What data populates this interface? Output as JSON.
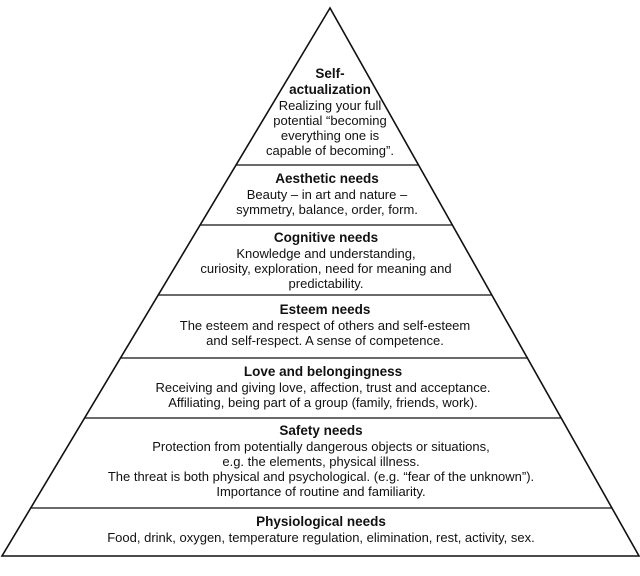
{
  "pyramid": {
    "levels": [
      {
        "title": "Self-\nactualization",
        "description": "Realizing your full\npotential “becoming\neverything one is\ncapable of becoming”."
      },
      {
        "title": "Aesthetic needs",
        "description": "Beauty – in art and nature –\nsymmetry, balance, order, form."
      },
      {
        "title": "Cognitive needs",
        "description": "Knowledge and understanding,\ncuriosity, exploration, need for meaning and\npredictability."
      },
      {
        "title": "Esteem needs",
        "description": "The esteem and respect of others and self-esteem\nand self-respect. A sense of competence."
      },
      {
        "title": "Love and belongingness",
        "description": "Receiving and giving love, affection, trust and acceptance.\nAffiliating, being part of a group (family, friends, work)."
      },
      {
        "title": "Safety needs",
        "description": "Protection from potentially dangerous objects or situations,\ne.g. the elements, physical illness.\nThe threat is both physical and psychological. (e.g. “fear of the unknown”).\nImportance of routine and familiarity."
      },
      {
        "title": "Physiological needs",
        "description": "Food, drink, oxygen, temperature regulation, elimination, rest, activity, sex."
      }
    ],
    "colors": {
      "outline": "#111111",
      "fill": "#ffffff",
      "text": "#111111"
    }
  }
}
